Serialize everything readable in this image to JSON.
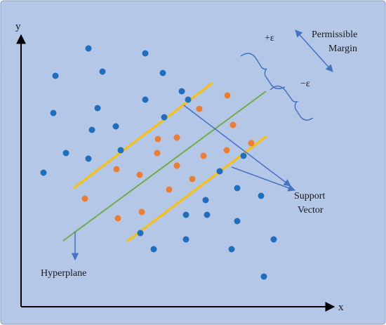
{
  "labels": {
    "y_axis": "y",
    "x_axis": "x",
    "plus_epsilon": "+ε",
    "minus_epsilon": "−ε",
    "permissible_margin_line1": "Permissible",
    "permissible_margin_line2": "Margin",
    "support_vector_line1": "Support",
    "support_vector_line2": "Vector",
    "hyperplane": "Hyperplane"
  },
  "colors": {
    "background": "#b4c7e7",
    "border": "#8a9bb8",
    "axis": "#000000",
    "blue_point": "#1f6fbf",
    "orange_point": "#ed7d31",
    "hyperplane_line": "#70ad47",
    "boundary_line": "#ffc000",
    "annotation_arrow": "#4472c4",
    "brace": "#4472c4",
    "text": "#1a1a1a"
  }
}
